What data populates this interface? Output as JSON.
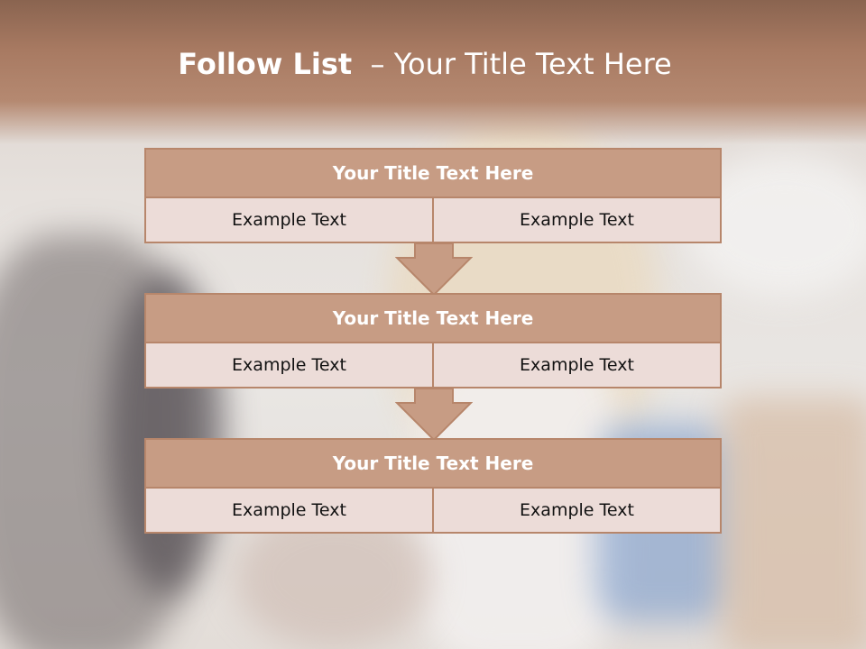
{
  "slide": {
    "title_bold": "Follow List",
    "title_rest": "  – Your Title Text Here"
  },
  "steps": [
    {
      "title": "Your Title Text Here",
      "left": "Example Text",
      "right": "Example Text"
    },
    {
      "title": "Your Title Text Here",
      "left": "Example Text",
      "right": "Example Text"
    },
    {
      "title": "Your Title Text Here",
      "left": "Example Text",
      "right": "Example Text"
    }
  ],
  "colors": {
    "header_bar": "#a87a62",
    "box_title_fill": "#c79c84",
    "box_cell_fill": "#ecdcd8",
    "border": "#b7866b"
  },
  "icons": [
    "down-arrow-icon",
    "down-arrow-icon"
  ]
}
